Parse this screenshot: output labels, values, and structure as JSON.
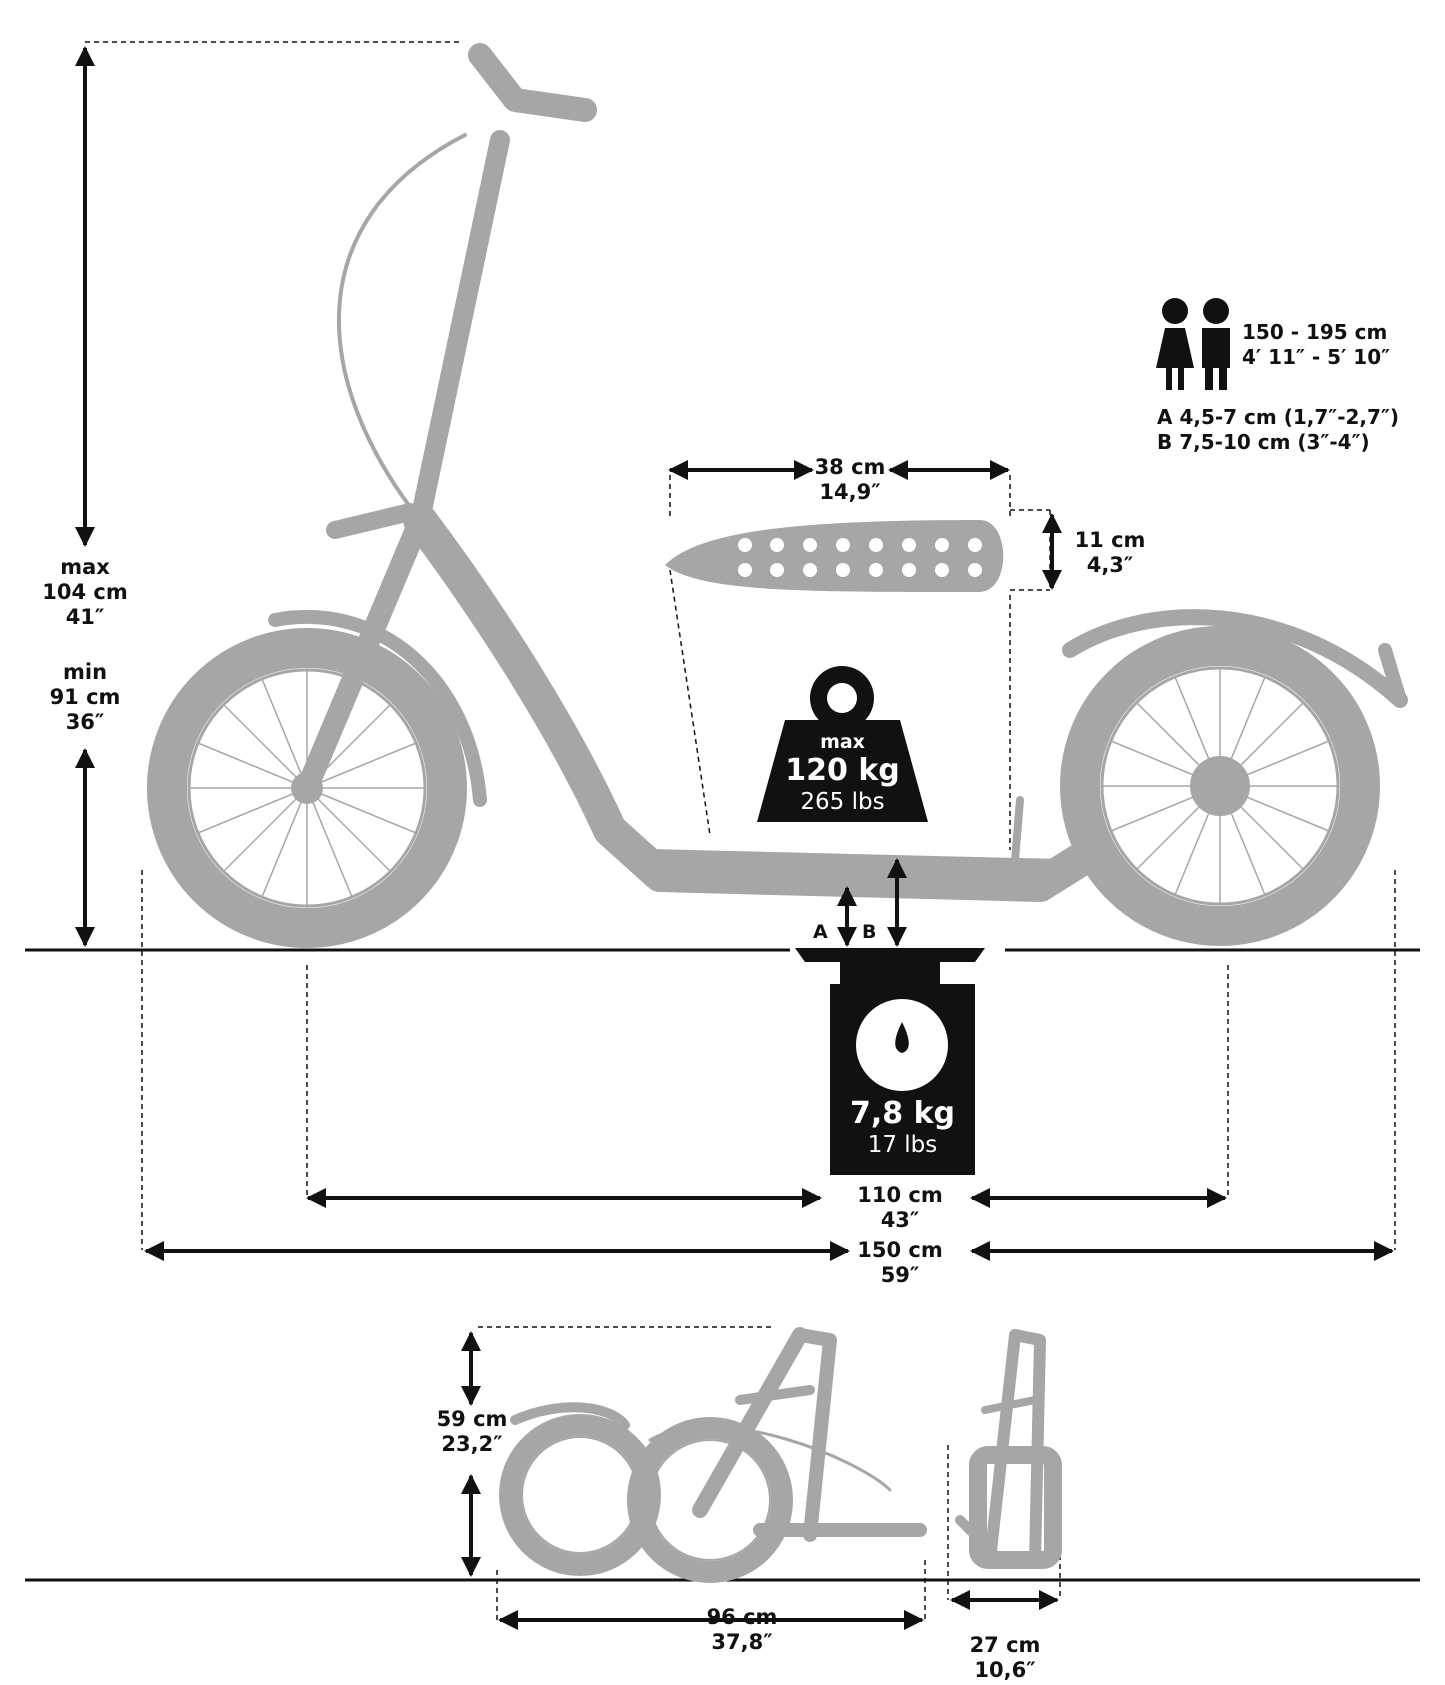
{
  "dimensions": {
    "height": {
      "max_label": "max",
      "max_cm": "104 cm",
      "max_in": "41″",
      "min_label": "min",
      "min_cm": "91 cm",
      "min_in": "36″"
    },
    "deck_length": {
      "cm": "38 cm",
      "in": "14,9″"
    },
    "deck_width": {
      "cm": "11 cm",
      "in": "4,3″"
    },
    "wheelbase": {
      "cm": "110 cm",
      "in": "43″"
    },
    "overall_length": {
      "cm": "150 cm",
      "in": "59″"
    },
    "folded_height": {
      "cm": "59 cm",
      "in": "23,2″"
    },
    "folded_length": {
      "cm": "96 cm",
      "in": "37,8″"
    },
    "folded_width": {
      "cm": "27 cm",
      "in": "10,6″"
    }
  },
  "max_load": {
    "label": "max",
    "kg": "120 kg",
    "lbs": "265 lbs"
  },
  "weight": {
    "kg": "7,8 kg",
    "lbs": "17 lbs"
  },
  "ground_clearance": {
    "a_marker": "A",
    "b_marker": "B"
  },
  "rider": {
    "height_cm": "150 - 195 cm",
    "height_ft": "4′ 11″ - 5′ 10″"
  },
  "clearance_specs": {
    "a": "A 4,5-7 cm (1,7″-2,7″)",
    "b": "B 7,5-10 cm (3″-4″)"
  },
  "colors": {
    "silhouette": "#a6a6a6",
    "ink": "#111111"
  },
  "icons": [
    "weight-icon",
    "scale-icon",
    "woman-icon",
    "man-icon"
  ]
}
